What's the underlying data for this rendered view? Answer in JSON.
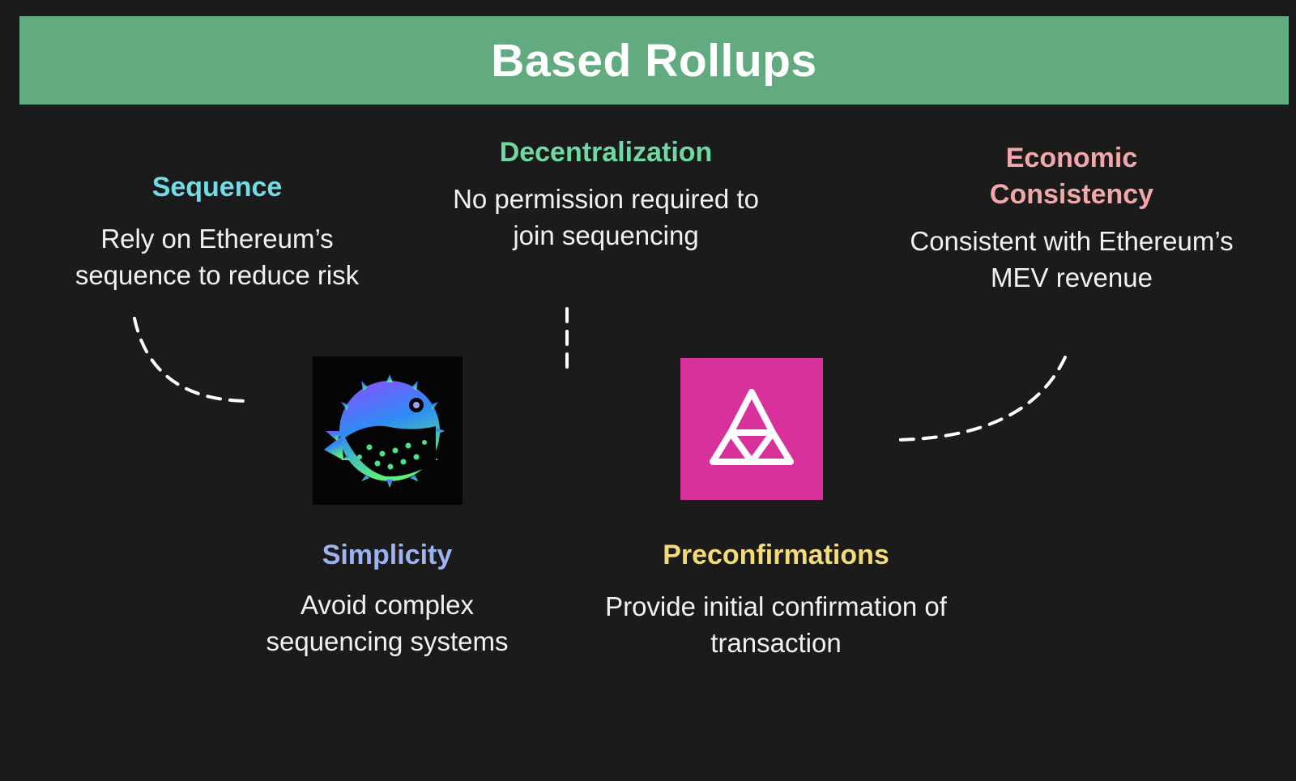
{
  "title": "Based Rollups",
  "colors": {
    "banner": "#62ab80",
    "sequence": "#72dbe6",
    "decentralization": "#6fd9a4",
    "economic": "#f2a7ab",
    "simplicity": "#9db2f0",
    "preconfirmations": "#f3dc78",
    "tri_logo_bg": "#d8319b"
  },
  "features": {
    "sequence": {
      "heading": "Sequence",
      "line1": "Rely on Ethereum’s",
      "line2": "sequence to reduce risk"
    },
    "decentralization": {
      "heading": "Decentralization",
      "line1": "No permission required to",
      "line2": "join sequencing"
    },
    "economic": {
      "heading1": "Economic",
      "heading2": "Consistency",
      "line1": "Consistent with Ethereum’s",
      "line2": "MEV revenue"
    },
    "simplicity": {
      "heading": "Simplicity",
      "line1": "Avoid complex",
      "line2": "sequencing systems"
    },
    "preconfirmations": {
      "heading": "Preconfirmations",
      "line1": "Provide initial confirmation of",
      "line2": "transaction"
    }
  },
  "logos": {
    "left": "pufferfish-logo-icon",
    "right": "triangle-knot-logo-icon"
  }
}
